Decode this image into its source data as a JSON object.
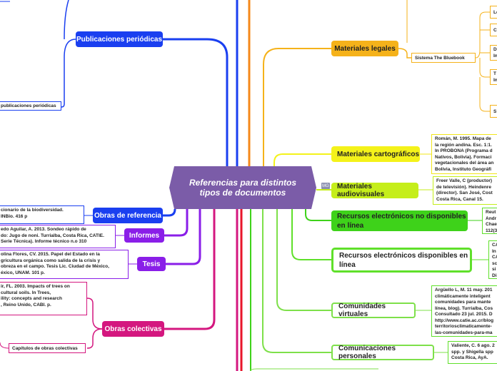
{
  "central_topic": {
    "line1": "Referencias para distintos",
    "line2": "tipos de documentos"
  },
  "badge": "MG",
  "left_branches": {
    "publicaciones": {
      "label": "Publicaciones periódicas",
      "child": "publicaciones periódicas"
    },
    "obras_referencia": {
      "label": "Obras de referencia",
      "child": "cionario de la biodiversidad.\n INBio. 416 p"
    },
    "informes": {
      "label": "Informes",
      "child": "edo Aguilar, A. 2013. Sondeo rápido de\ndo: Jugo de noni. Turrialba, Costa Rica, CATIE.\nSerie Técnica). Informe técnico n.o 310"
    },
    "tesis": {
      "label": "Tesis",
      "child": "olina Flores, CV. 2015. Papel del Estado en la\ngricultura orgánica como salida de la crisis y\nobreza en el campo. Tesis Lic. Ciudad de México,\néxico, UNAM. 101 p."
    },
    "obras_colectivas": {
      "label": "Obras colectivas",
      "child1": "ir, FL. 2003. Impacts of trees on\ncultural soils. In Trees,\nility: concepts and research\n, Reino Unido, CABI. p.",
      "child2": "Capítulos de obras colectivas"
    }
  },
  "right_branches": {
    "materiales_legales": {
      "label": "Materiales legales",
      "child": "Sistema The Bluebook",
      "subs": [
        "Le",
        "C",
        "D\nIn",
        "T\nIn",
        "S"
      ]
    },
    "materiales_cartograficos": {
      "label": "Materiales cartográficos",
      "child": "Román, M. 1995. Mapa de\nla región andina. Esc. 1:1.\nIn PROBONA (Programa d\nNativos, Bolivia). Formaci\nvegetacionales del área an\nBolivia, Instituto Geográfi"
    },
    "materiales_audiovisuales": {
      "label": "Materiales audiovisuales",
      "child": "Freer Valle, C (productor)\n de televisión). Heindenre\n(director). San José, Cost\nCosta Rica, Canal 15."
    },
    "recursos_no_disponibles": {
      "label": "Recursos electrónicos no disponibles en línea",
      "child": "Reut\nAndr\nChae\n112(3"
    },
    "recursos_disponibles": {
      "label": "Recursos electrónicos disponibles en línea",
      "child": "CA\nIn\nCA\nsc\nsi\nDi"
    },
    "comunidades_virtuales": {
      "label": "Comunidades virtuales",
      "child": "Argüello L, M. 11 may. 201\nclimáticamente inteligent\ncomunidades para mante\nlínea, blog). Turrialba, Cos\nConsultado 23 jul. 2015. D\nhttp://www.catie.ac.cr/blog\nterritoriosclimaticamente-\nlas-comunidades-para-ma"
    },
    "comunicaciones_personales": {
      "label": "Comunicaciones personales",
      "child": "Valiente, C. 6 ago. 2\nspp. y Shigella spp\nCosta Rica, AyA."
    }
  },
  "colors": {
    "central": "#7b5ca8",
    "blue": "#1a3ff0",
    "purple": "#8a1ee8",
    "pink": "#d4177f",
    "red": "#e8162a",
    "orange": "#f5b21a",
    "yellow": "#f4f21a",
    "lime": "#c5ee1a",
    "green": "#3ed21a"
  }
}
